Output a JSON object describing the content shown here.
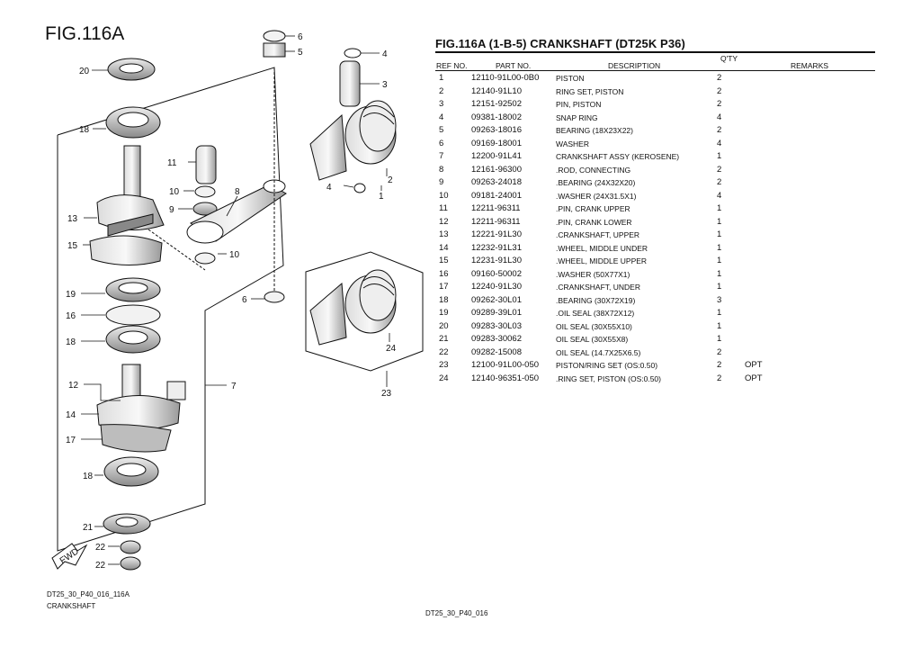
{
  "figure": {
    "label": "FIG.116A",
    "callouts": [
      "20",
      "18",
      "11",
      "10",
      "9",
      "8",
      "13",
      "15",
      "19",
      "16",
      "18",
      "12",
      "14",
      "17",
      "18",
      "21",
      "22",
      "22",
      "6",
      "5",
      "4",
      "3",
      "4",
      "2",
      "1",
      "10",
      "6",
      "7",
      "24",
      "23"
    ],
    "fwd_label": "FWD"
  },
  "table": {
    "title": "FIG.116A (1-B-5) CRANKSHAFT (DT25K P36)",
    "headers": {
      "ref_no": "REF NO.",
      "part_no": "PART NO.",
      "description": "DESCRIPTION",
      "qty": "Q'TY",
      "remarks": "REMARKS"
    },
    "rows": [
      {
        "ref": "1",
        "part": "12110-91L00-0B0",
        "desc": "PISTON",
        "qty": "2",
        "remarks": ""
      },
      {
        "ref": "2",
        "part": "12140-91L10",
        "desc": "RING SET, PISTON",
        "qty": "2",
        "remarks": ""
      },
      {
        "ref": "3",
        "part": "12151-92502",
        "desc": "PIN, PISTON",
        "qty": "2",
        "remarks": ""
      },
      {
        "ref": "4",
        "part": "09381-18002",
        "desc": "SNAP RING",
        "qty": "4",
        "remarks": ""
      },
      {
        "ref": "5",
        "part": "09263-18016",
        "desc": "BEARING (18X23X22)",
        "qty": "2",
        "remarks": ""
      },
      {
        "ref": "6",
        "part": "09169-18001",
        "desc": "WASHER",
        "qty": "4",
        "remarks": ""
      },
      {
        "ref": "7",
        "part": "12200-91L41",
        "desc": "CRANKSHAFT ASSY (KEROSENE)",
        "qty": "1",
        "remarks": ""
      },
      {
        "ref": "8",
        "part": "12161-96300",
        "desc": ".ROD, CONNECTING",
        "qty": "2",
        "remarks": ""
      },
      {
        "ref": "9",
        "part": "09263-24018",
        "desc": ".BEARING (24X32X20)",
        "qty": "2",
        "remarks": ""
      },
      {
        "ref": "10",
        "part": "09181-24001",
        "desc": ".WASHER (24X31.5X1)",
        "qty": "4",
        "remarks": ""
      },
      {
        "ref": "11",
        "part": "12211-96311",
        "desc": ".PIN, CRANK UPPER",
        "qty": "1",
        "remarks": ""
      },
      {
        "ref": "12",
        "part": "12211-96311",
        "desc": ".PIN, CRANK LOWER",
        "qty": "1",
        "remarks": ""
      },
      {
        "ref": "13",
        "part": "12221-91L30",
        "desc": ".CRANKSHAFT, UPPER",
        "qty": "1",
        "remarks": ""
      },
      {
        "ref": "14",
        "part": "12232-91L31",
        "desc": ".WHEEL, MIDDLE UNDER",
        "qty": "1",
        "remarks": ""
      },
      {
        "ref": "15",
        "part": "12231-91L30",
        "desc": ".WHEEL, MIDDLE UPPER",
        "qty": "1",
        "remarks": ""
      },
      {
        "ref": "16",
        "part": "09160-50002",
        "desc": ".WASHER (50X77X1)",
        "qty": "1",
        "remarks": ""
      },
      {
        "ref": "17",
        "part": "12240-91L30",
        "desc": ".CRANKSHAFT, UNDER",
        "qty": "1",
        "remarks": ""
      },
      {
        "ref": "18",
        "part": "09262-30L01",
        "desc": ".BEARING (30X72X19)",
        "qty": "3",
        "remarks": ""
      },
      {
        "ref": "19",
        "part": "09289-39L01",
        "desc": ".OIL SEAL (38X72X12)",
        "qty": "1",
        "remarks": ""
      },
      {
        "ref": "20",
        "part": "09283-30L03",
        "desc": "OIL SEAL (30X55X10)",
        "qty": "1",
        "remarks": ""
      },
      {
        "ref": "21",
        "part": "09283-30062",
        "desc": "OIL SEAL (30X55X8)",
        "qty": "1",
        "remarks": ""
      },
      {
        "ref": "22",
        "part": "09282-15008",
        "desc": "OIL SEAL (14.7X25X6.5)",
        "qty": "2",
        "remarks": ""
      },
      {
        "ref": "23",
        "part": "12100-91L00-050",
        "desc": "PISTON/RING SET (OS:0.50)",
        "qty": "2",
        "remarks": "OPT"
      },
      {
        "ref": "24",
        "part": "12140-96351-050",
        "desc": ".RING SET, PISTON (OS:0.50)",
        "qty": "2",
        "remarks": "OPT"
      }
    ]
  },
  "footer": {
    "left_code": "DT25_30_P40_016_116A",
    "left_name": "CRANKSHAFT",
    "center_code": "DT25_30_P40_016"
  }
}
